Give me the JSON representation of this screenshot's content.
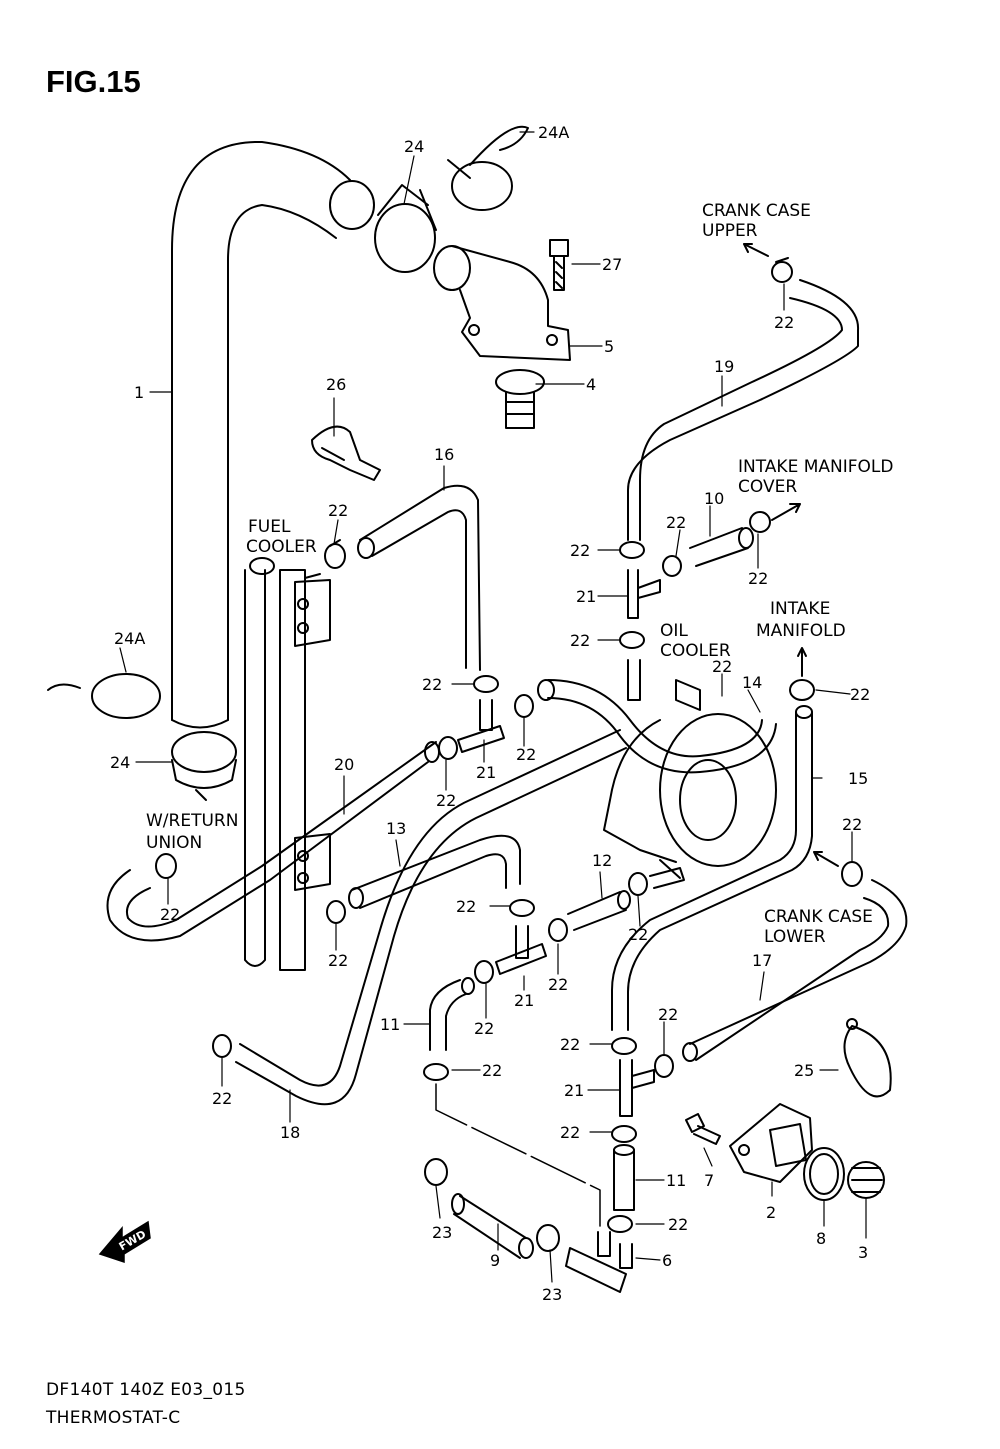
{
  "figure": {
    "title": "FIG.15",
    "model_code": "DF140T 140Z E03_015",
    "caption": "THERMOSTAT-C"
  },
  "callouts": {
    "c1": "1",
    "c2": "2",
    "c3": "3",
    "c4": "4",
    "c5": "5",
    "c6": "6",
    "c7": "7",
    "c8": "8",
    "c9": "9",
    "c10": "10",
    "c11a": "11",
    "c11b": "11",
    "c12": "12",
    "c13": "13",
    "c14": "14",
    "c15": "15",
    "c16": "16",
    "c17": "17",
    "c18": "18",
    "c19": "19",
    "c20": "20",
    "c21a": "21",
    "c21b": "21",
    "c21c": "21",
    "c21d": "21",
    "c22a": "22",
    "c22b": "22",
    "c22c": "22",
    "c22d": "22",
    "c22e": "22",
    "c22f": "22",
    "c22g": "22",
    "c22h": "22",
    "c22i": "22",
    "c22j": "22",
    "c22k": "22",
    "c22l": "22",
    "c22m": "22",
    "c22n": "22",
    "c22o": "22",
    "c22p": "22",
    "c22q": "22",
    "c22r": "22",
    "c22s": "22",
    "c22t": "22",
    "c22u": "22",
    "c22v": "22",
    "c22w": "22",
    "c22x": "22",
    "c23a": "23",
    "c23b": "23",
    "c24a": "24",
    "c24b": "24",
    "c24Aa": "24A",
    "c24Ab": "24A",
    "c25": "25",
    "c26": "26",
    "c27": "27"
  },
  "labels": {
    "crank_case_upper_1": "CRANK CASE",
    "crank_case_upper_2": "UPPER",
    "intake_manifold_cover_1": "INTAKE MANIFOLD",
    "intake_manifold_cover_2": "COVER",
    "fuel_cooler_1": "FUEL",
    "fuel_cooler_2": "COOLER",
    "oil_cooler_1": "OIL",
    "oil_cooler_2": "COOLER",
    "intake_manifold_1": "INTAKE",
    "intake_manifold_2": "MANIFOLD",
    "w_return_union_1": "W/RETURN",
    "w_return_union_2": "UNION",
    "crank_case_lower_1": "CRANK CASE",
    "crank_case_lower_2": "LOWER",
    "fwd": "FWD"
  }
}
